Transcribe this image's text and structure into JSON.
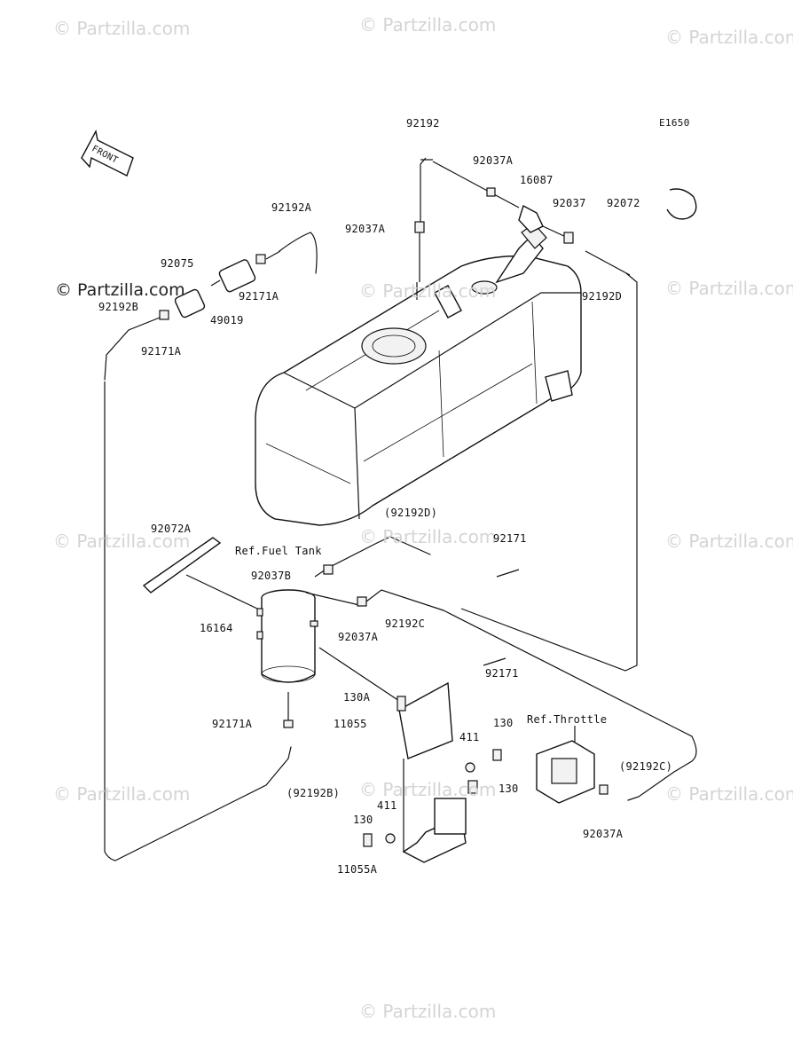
{
  "diagram": {
    "code": "E1650",
    "front_label": "FRONT",
    "watermarks": [
      "© Partzilla.com",
      "© Partzilla.com",
      "© Partzilla.com",
      "© Partzilla.com",
      "© Partzilla.com",
      "© Partzilla.com",
      "© Partzilla.com",
      "© Partzilla.com",
      "© Partzilla.com",
      "© Partzilla.com",
      "© Partzilla.com",
      "© Partzilla.com",
      "© Partzilla.com"
    ],
    "parts": {
      "p_92192": "92192",
      "p_92037A_top": "92037A",
      "p_16087": "16087",
      "p_92037": "92037",
      "p_92072": "92072",
      "p_92192A": "92192A",
      "p_92037A_mid": "92037A",
      "p_92075": "92075",
      "p_92171A_top": "92171A",
      "p_49019": "49019",
      "p_92192B": "92192B",
      "p_92171A_left": "92171A",
      "p_92192D": "92192D",
      "ref_fuel_tank": "Ref.Fuel Tank",
      "p_92192D_paren": "(92192D)",
      "p_92072A": "92072A",
      "p_92171_a": "92171",
      "p_92037B": "92037B",
      "p_16164": "16164",
      "p_92037A_low": "92037A",
      "p_92192C": "92192C",
      "p_92171_b": "92171",
      "p_130A": "130A",
      "p_11055": "11055",
      "ref_throttle": "Ref.Throttle",
      "p_92171A_low": "92171A",
      "p_411_a": "411",
      "p_130_a": "130",
      "p_92192C_paren": "(92192C)",
      "p_130_b": "130",
      "p_92192B_paren": "(92192B)",
      "p_411_b": "411",
      "p_130_c": "130",
      "p_92037A_right": "92037A",
      "p_11055A": "11055A"
    }
  }
}
